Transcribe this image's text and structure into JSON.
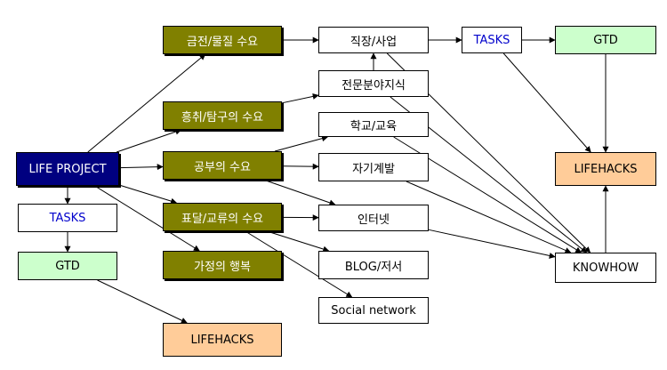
{
  "nodes": {
    "life_project": "LIFE PROJECT",
    "tasks_left": "TASKS",
    "gtd_left": "GTD",
    "lifehacks_bottom": "LIFEHACKS",
    "money": "금전/물질 수요",
    "curiosity": "흥취/탐구의 수요",
    "study": "공부의 수요",
    "expression": "표달/교류의 수요",
    "family": "가정의 행복",
    "job": "직장/사업",
    "expert": "전문분야지식",
    "school": "학교/교육",
    "selfdev": "자기계발",
    "internet": "인터넷",
    "blog": "BLOG/저서",
    "social": "Social network",
    "tasks_top": "TASKS",
    "gtd_top": "GTD",
    "lifehacks_right": "LIFEHACKS",
    "knowhow": "KNOWHOW"
  },
  "colors": {
    "olive": "#808000",
    "navy": "#000080",
    "green": "#ccffcc",
    "peach": "#ffcc99",
    "tasks_text": "#0000cc",
    "edge": "#000000"
  },
  "edges": [
    [
      "life_project",
      "money"
    ],
    [
      "life_project",
      "curiosity"
    ],
    [
      "life_project",
      "study"
    ],
    [
      "life_project",
      "expression"
    ],
    [
      "life_project",
      "family"
    ],
    [
      "life_project",
      "tasks_left"
    ],
    [
      "tasks_left",
      "gtd_left"
    ],
    [
      "gtd_left",
      "lifehacks_bottom"
    ],
    [
      "money",
      "job"
    ],
    [
      "curiosity",
      "expert"
    ],
    [
      "study",
      "school"
    ],
    [
      "study",
      "selfdev"
    ],
    [
      "study",
      "internet"
    ],
    [
      "expression",
      "internet"
    ],
    [
      "expression",
      "blog"
    ],
    [
      "expression",
      "social"
    ],
    [
      "expert",
      "job"
    ],
    [
      "job",
      "tasks_top"
    ],
    [
      "tasks_top",
      "gtd_top"
    ],
    [
      "tasks_top",
      "lifehacks_right"
    ],
    [
      "gtd_top",
      "lifehacks_right"
    ],
    [
      "job",
      "knowhow"
    ],
    [
      "expert",
      "knowhow"
    ],
    [
      "school",
      "knowhow"
    ],
    [
      "selfdev",
      "knowhow"
    ],
    [
      "internet",
      "knowhow"
    ],
    [
      "knowhow",
      "lifehacks_right"
    ]
  ]
}
